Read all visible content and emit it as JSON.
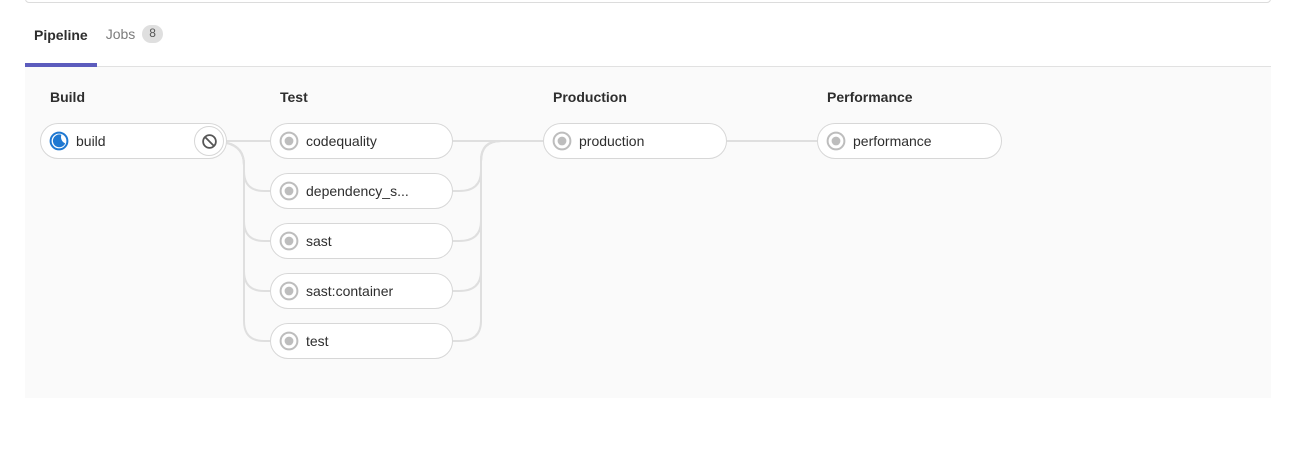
{
  "tabs": {
    "items": [
      {
        "id": "pipeline",
        "label": "Pipeline",
        "active": true
      },
      {
        "id": "jobs",
        "label": "Jobs",
        "badge": "8",
        "active": false
      }
    ]
  },
  "pipeline": {
    "stages": [
      {
        "name": "Build",
        "jobs": [
          {
            "label": "build",
            "status": "running",
            "status_icon": "status-running-icon",
            "action": {
              "name": "cancel",
              "icon": "ban-icon"
            }
          }
        ]
      },
      {
        "name": "Test",
        "jobs": [
          {
            "label": "codequality",
            "status": "created",
            "status_icon": "status-created-icon"
          },
          {
            "label": "dependency_s...",
            "status": "created",
            "status_icon": "status-created-icon"
          },
          {
            "label": "sast",
            "status": "created",
            "status_icon": "status-created-icon"
          },
          {
            "label": "sast:container",
            "status": "created",
            "status_icon": "status-created-icon"
          },
          {
            "label": "test",
            "status": "created",
            "status_icon": "status-created-icon"
          }
        ]
      },
      {
        "name": "Production",
        "jobs": [
          {
            "label": "production",
            "status": "created",
            "status_icon": "status-created-icon"
          }
        ]
      },
      {
        "name": "Performance",
        "jobs": [
          {
            "label": "performance",
            "status": "created",
            "status_icon": "status-created-icon"
          }
        ]
      }
    ]
  },
  "colors": {
    "running_blue": "#1f78d1",
    "created_gray": "#bdbdbd",
    "cancel_icon_gray": "#565656",
    "active_tab_underline": "#5c5cbd",
    "connector_line": "#dfdfdf",
    "graph_background": "#fafafa",
    "pill_border": "#d7d7d7"
  }
}
